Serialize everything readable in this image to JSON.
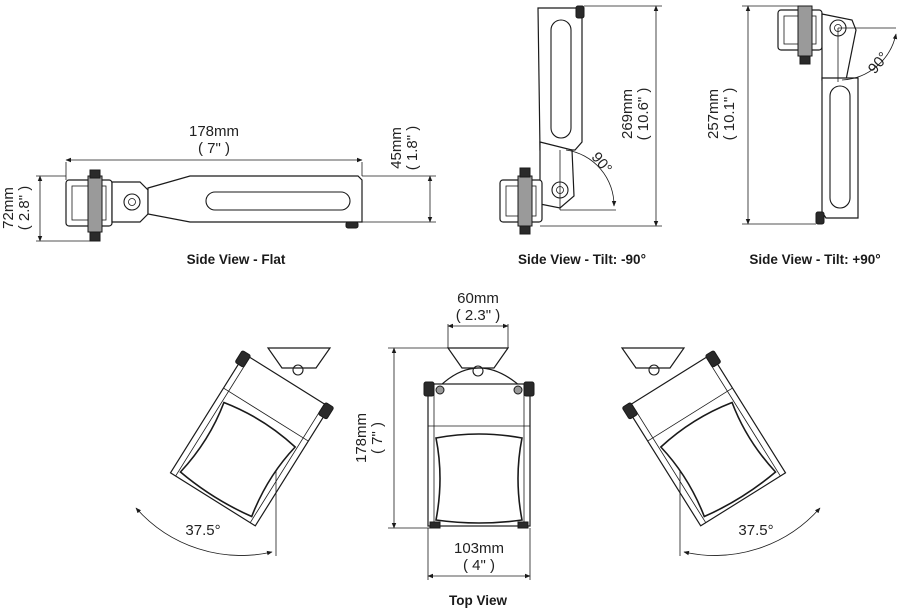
{
  "captions": {
    "side_flat": "Side View - Flat",
    "side_tilt_minus": "Side View - Tilt: -90°",
    "side_tilt_plus": "Side View - Tilt: +90°",
    "top": "Top View"
  },
  "dimensions": {
    "flat_length_mm": "178mm",
    "flat_length_in": "(  7\"  )",
    "flat_height_mm": "72mm",
    "flat_height_in": "( 2.8\" )",
    "flat_depth_mm": "45mm",
    "flat_depth_in": "( 1.8\" )",
    "tilt_minus_height_mm": "269mm",
    "tilt_minus_height_in": "( 10.6\" )",
    "tilt_minus_angle": "90°",
    "tilt_plus_height_mm": "257mm",
    "tilt_plus_height_in": "( 10.1\" )",
    "tilt_plus_angle": "90°",
    "top_width_mm": "60mm",
    "top_width_in": "(  2.3\"  )",
    "top_length_mm": "178mm",
    "top_length_in": "(  7\"  )",
    "top_base_mm": "103mm",
    "top_base_in": "(  4\"  )",
    "swivel_left": "37.5°",
    "swivel_right": "37.5°"
  }
}
